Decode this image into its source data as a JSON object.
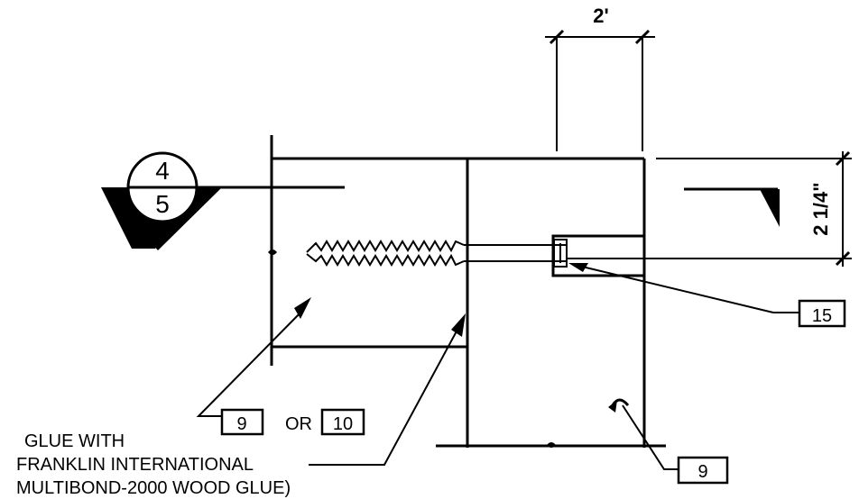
{
  "dimensions": {
    "width_label": "2'",
    "height_label": "2 1/4\""
  },
  "section_marker": {
    "top": "4",
    "bottom": "5"
  },
  "callouts": {
    "screw_tag": "15",
    "part_a_tag": "9",
    "or_text": "OR",
    "part_b_tag": "10",
    "bottom_tag": "9"
  },
  "note": {
    "line1": "GLUE WITH",
    "line2": "FRANKLIN INTERNATIONAL",
    "line3": "MULTIBOND-2000 WOOD GLUE)"
  }
}
